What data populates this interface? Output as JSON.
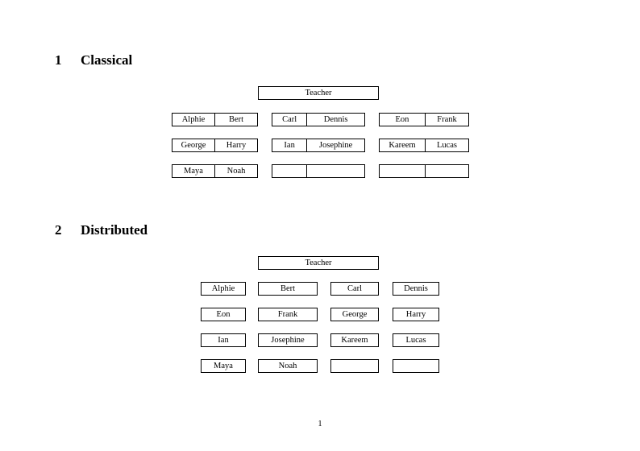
{
  "document": {
    "page_number": "1"
  },
  "sections": [
    {
      "number": "1",
      "title": "Classical",
      "teacher_label": "Teacher",
      "groups": [
        {
          "name": "group-left",
          "rows": [
            {
              "left": "Alphie",
              "right": "Bert"
            },
            {
              "left": "George",
              "right": "Harry"
            },
            {
              "left": "Maya",
              "right": "Noah"
            }
          ]
        },
        {
          "name": "group-middle",
          "rows": [
            {
              "left": "Carl",
              "right": "Dennis"
            },
            {
              "left": "Ian",
              "right": "Josephine"
            },
            {
              "left": "",
              "right": ""
            }
          ]
        },
        {
          "name": "group-right",
          "rows": [
            {
              "left": "Eon",
              "right": "Frank"
            },
            {
              "left": "Kareem",
              "right": "Lucas"
            },
            {
              "left": "",
              "right": ""
            }
          ]
        }
      ]
    },
    {
      "number": "2",
      "title": "Distributed",
      "teacher_label": "Teacher",
      "grid": [
        [
          "Alphie",
          "Bert",
          "Carl",
          "Dennis"
        ],
        [
          "Eon",
          "Frank",
          "George",
          "Harry"
        ],
        [
          "Ian",
          "Josephine",
          "Kareem",
          "Lucas"
        ],
        [
          "Maya",
          "Noah",
          "",
          ""
        ]
      ]
    }
  ]
}
